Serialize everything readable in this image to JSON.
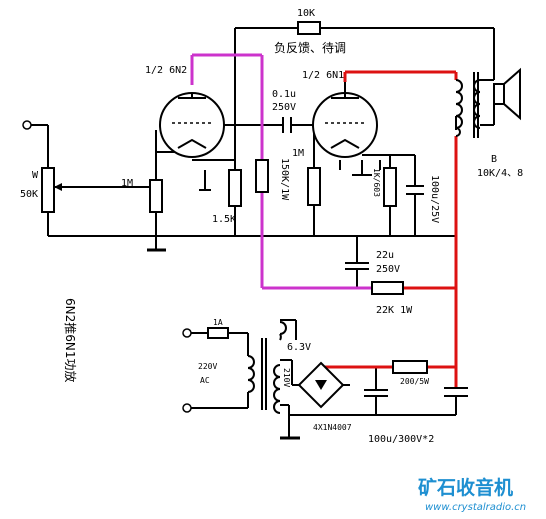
{
  "labels": {
    "feedback_res": "10K",
    "feedback_note": "负反馈、待调",
    "tube1": "1/2 6N2",
    "tube2": "1/2 6N1",
    "coupling_cap": "0.1u",
    "coupling_cap_v": "250V",
    "pot": "W",
    "pot_val": "50K",
    "grid1_res": "1M",
    "cathode1_res": "1.5K",
    "plate1_res": "150K/1W",
    "grid2_res": "1M",
    "cathode2_res": "1K/603",
    "cathode2_cap": "100u/25V",
    "transformer": "B",
    "transformer_spec": "10K/4、8",
    "filter_cap": "22u",
    "filter_cap_v": "250V",
    "drop_res": "22K 1W",
    "title_vertical": "6N2推6N1功放",
    "fuse": "1A",
    "mains": "220V",
    "mains_ac": "AC",
    "heater": "6.3V",
    "hv": "210V",
    "rectifier": "4X1N4007",
    "psu_res": "200/5W",
    "psu_caps": "100u/300V*2",
    "watermark": "矿石收音机",
    "watermark_url": "www.crystalradio.cn"
  },
  "colors": {
    "wire": "#000000",
    "feedback_wire": "#cc33cc",
    "hv_wire": "#dd1111",
    "watermark": "#1e8fd1"
  }
}
